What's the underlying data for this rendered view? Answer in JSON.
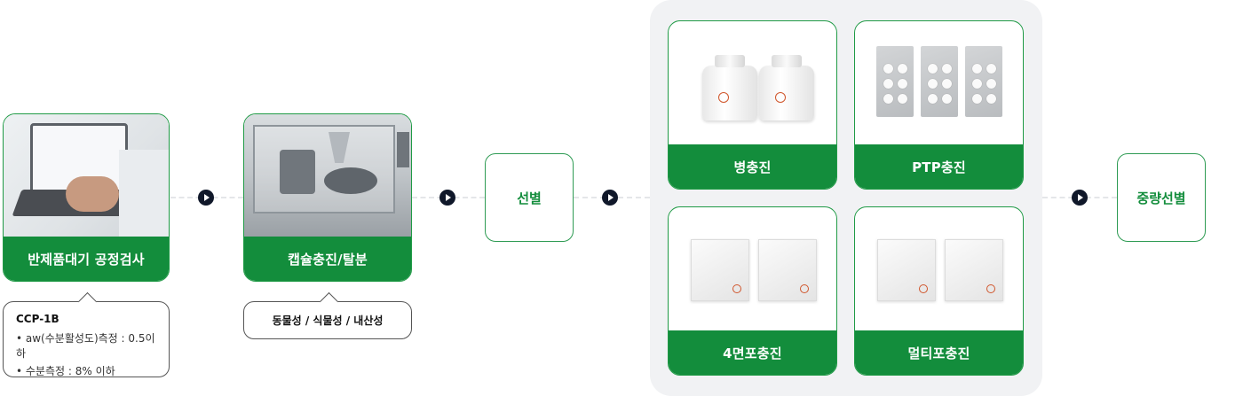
{
  "steps": {
    "step1": {
      "label": "반제품대기 공정검사"
    },
    "step2": {
      "label": "캡슐충진/탈분"
    },
    "step3": {
      "label": "선별"
    },
    "step4": {
      "bottle": "병충진",
      "ptp": "PTP충진",
      "four_side": "4면포충진",
      "multi": "멀티포충진"
    },
    "step5": {
      "label": "중량선별"
    }
  },
  "callout1": {
    "title": "CCP-1B",
    "lines": [
      "• aw(수분활성도)측정 : 0.5이하",
      "• 수분측정 : 8% 이하"
    ]
  },
  "callout2": {
    "text": "동물성 / 식물성 / 내산성"
  },
  "colors": {
    "green": "#138d3c",
    "arrow": "#10182a",
    "panel": "#f1f2f4"
  },
  "icons": [
    "play-arrow-icon"
  ]
}
